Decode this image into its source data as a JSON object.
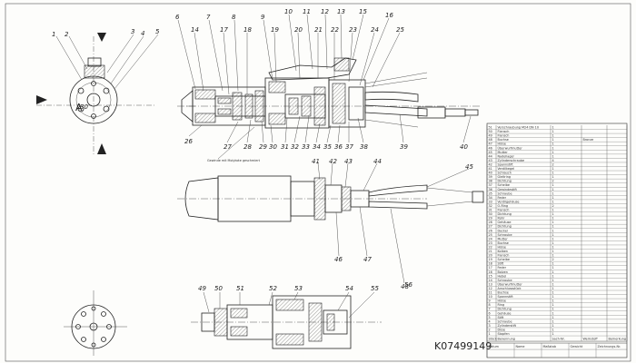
{
  "top_view": {
    "numbers": [
      "1",
      "2",
      "3",
      "4",
      "5",
      "6",
      "7",
      "8",
      "9",
      "10",
      "11",
      "12",
      "13",
      "14",
      "15",
      "16",
      "17",
      "18",
      "19",
      "20",
      "21",
      "22",
      "23",
      "24",
      "25",
      "26",
      "27",
      "28",
      "29",
      "30",
      "31",
      "32",
      "33",
      "34",
      "35",
      "36",
      "37",
      "38",
      "39",
      "40"
    ],
    "note": "Gewinde mit Molykote geschmiert",
    "left_marks": [
      "A",
      "30"
    ]
  },
  "middle_view": {
    "numbers": [
      "41",
      "42",
      "43",
      "44",
      "45",
      "46",
      "47",
      "48"
    ]
  },
  "bottom_view": {
    "numbers": [
      "49",
      "50",
      "51",
      "52",
      "53",
      "54",
      "55",
      "56"
    ]
  },
  "drawing_number": "K07499149",
  "parts_list": {
    "rows": [
      {
        "pos": "51",
        "name": "Verschraubung M24 DN 10",
        "qty": "1",
        "material": ""
      },
      {
        "pos": "50",
        "name": "Flansch",
        "qty": "1",
        "material": ""
      },
      {
        "pos": "49",
        "name": "Flansch",
        "qty": "1",
        "material": ""
      },
      {
        "pos": "48",
        "name": "Buchse",
        "qty": "1",
        "material": "Bronze"
      },
      {
        "pos": "47",
        "name": "Hülse",
        "qty": "1",
        "material": ""
      },
      {
        "pos": "46",
        "name": "Überwurfmutter",
        "qty": "1",
        "material": ""
      },
      {
        "pos": "45",
        "name": "Mutter",
        "qty": "1",
        "material": ""
      },
      {
        "pos": "44",
        "name": "Nadellager",
        "qty": "1",
        "material": ""
      },
      {
        "pos": "43",
        "name": "Zylinderschraube",
        "qty": "4",
        "material": ""
      },
      {
        "pos": "42",
        "name": "Spannstift",
        "qty": "2",
        "material": ""
      },
      {
        "pos": "41",
        "name": "Ventilkegel",
        "qty": "1",
        "material": ""
      },
      {
        "pos": "40",
        "name": "Schlauch",
        "qty": "1",
        "material": ""
      },
      {
        "pos": "39",
        "name": "Gleitring",
        "qty": "1",
        "material": ""
      },
      {
        "pos": "38",
        "name": "Dichtung",
        "qty": "2",
        "material": ""
      },
      {
        "pos": "37",
        "name": "Scheibe",
        "qty": "1",
        "material": ""
      },
      {
        "pos": "36",
        "name": "Gewindestift",
        "qty": "1",
        "material": ""
      },
      {
        "pos": "35",
        "name": "Schraube",
        "qty": "1",
        "material": ""
      },
      {
        "pos": "34",
        "name": "Feder",
        "qty": "1",
        "material": ""
      },
      {
        "pos": "33",
        "name": "Ventilgehäuse",
        "qty": "1",
        "material": ""
      },
      {
        "pos": "32",
        "name": "O-Ring",
        "qty": "2",
        "material": ""
      },
      {
        "pos": "31",
        "name": "Flansch",
        "qty": "1",
        "material": ""
      },
      {
        "pos": "30",
        "name": "Dichtung",
        "qty": "1",
        "material": ""
      },
      {
        "pos": "29",
        "name": "Rohr",
        "qty": "1",
        "material": ""
      },
      {
        "pos": "28",
        "name": "Gehäuse",
        "qty": "1",
        "material": ""
      },
      {
        "pos": "27",
        "name": "Dichtung",
        "qty": "1",
        "material": ""
      },
      {
        "pos": "26",
        "name": "Deckel",
        "qty": "1",
        "material": ""
      },
      {
        "pos": "25",
        "name": "Schraube",
        "qty": "1",
        "material": ""
      },
      {
        "pos": "24",
        "name": "Mutter",
        "qty": "1",
        "material": ""
      },
      {
        "pos": "23",
        "name": "Buchse",
        "qty": "1",
        "material": ""
      },
      {
        "pos": "22",
        "name": "Hülse",
        "qty": "1",
        "material": ""
      },
      {
        "pos": "21",
        "name": "Kolben",
        "qty": "1",
        "material": ""
      },
      {
        "pos": "20",
        "name": "Flansch",
        "qty": "1",
        "material": ""
      },
      {
        "pos": "19",
        "name": "Scheibe",
        "qty": "2",
        "material": ""
      },
      {
        "pos": "18",
        "name": "Stift",
        "qty": "1",
        "material": ""
      },
      {
        "pos": "17",
        "name": "Feder",
        "qty": "1",
        "material": ""
      },
      {
        "pos": "16",
        "name": "Bolzen",
        "qty": "1",
        "material": ""
      },
      {
        "pos": "15",
        "name": "Hebel",
        "qty": "1",
        "material": ""
      },
      {
        "pos": "14",
        "name": "Schraube",
        "qty": "1",
        "material": ""
      },
      {
        "pos": "13",
        "name": "Überwurfmutter",
        "qty": "1",
        "material": ""
      },
      {
        "pos": "12",
        "name": "Anschlussstück",
        "qty": "1",
        "material": ""
      },
      {
        "pos": "11",
        "name": "Buchse",
        "qty": "1",
        "material": ""
      },
      {
        "pos": "10",
        "name": "Spannstift",
        "qty": "1",
        "material": ""
      },
      {
        "pos": "9",
        "name": "Hülse",
        "qty": "1",
        "material": ""
      },
      {
        "pos": "8",
        "name": "Ring",
        "qty": "1",
        "material": ""
      },
      {
        "pos": "7",
        "name": "Dichtung",
        "qty": "1",
        "material": ""
      },
      {
        "pos": "6",
        "name": "Gehäuse",
        "qty": "1",
        "material": ""
      },
      {
        "pos": "5",
        "name": "Stift",
        "qty": "1",
        "material": ""
      },
      {
        "pos": "4",
        "name": "Schraube",
        "qty": "1",
        "material": ""
      },
      {
        "pos": "3",
        "name": "Zylinderstift",
        "qty": "1",
        "material": ""
      },
      {
        "pos": "2",
        "name": "Düse",
        "qty": "1",
        "material": ""
      },
      {
        "pos": "1",
        "name": "Stopfen",
        "qty": "1",
        "material": ""
      }
    ],
    "header_row": [
      "Stück",
      "Benennung",
      "Sach-Nr.",
      "Werkstoff",
      "Bemerkung"
    ],
    "title_block": [
      "Datum",
      "Name",
      "Maßstab",
      "Gewicht",
      "Zeichnungs-Nr."
    ]
  }
}
